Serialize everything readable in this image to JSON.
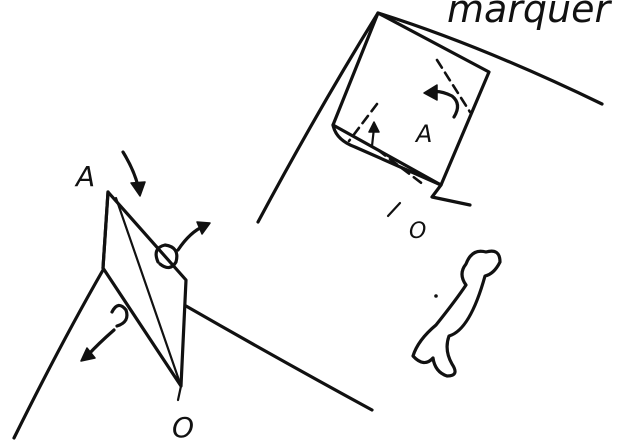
{
  "header_text": "marquer",
  "labels": {
    "left_top": "A",
    "left_bottom": "O",
    "right_inner": "A",
    "right_bottom": "O"
  },
  "colors": {
    "ink": "#111111",
    "background": "#ffffff"
  }
}
